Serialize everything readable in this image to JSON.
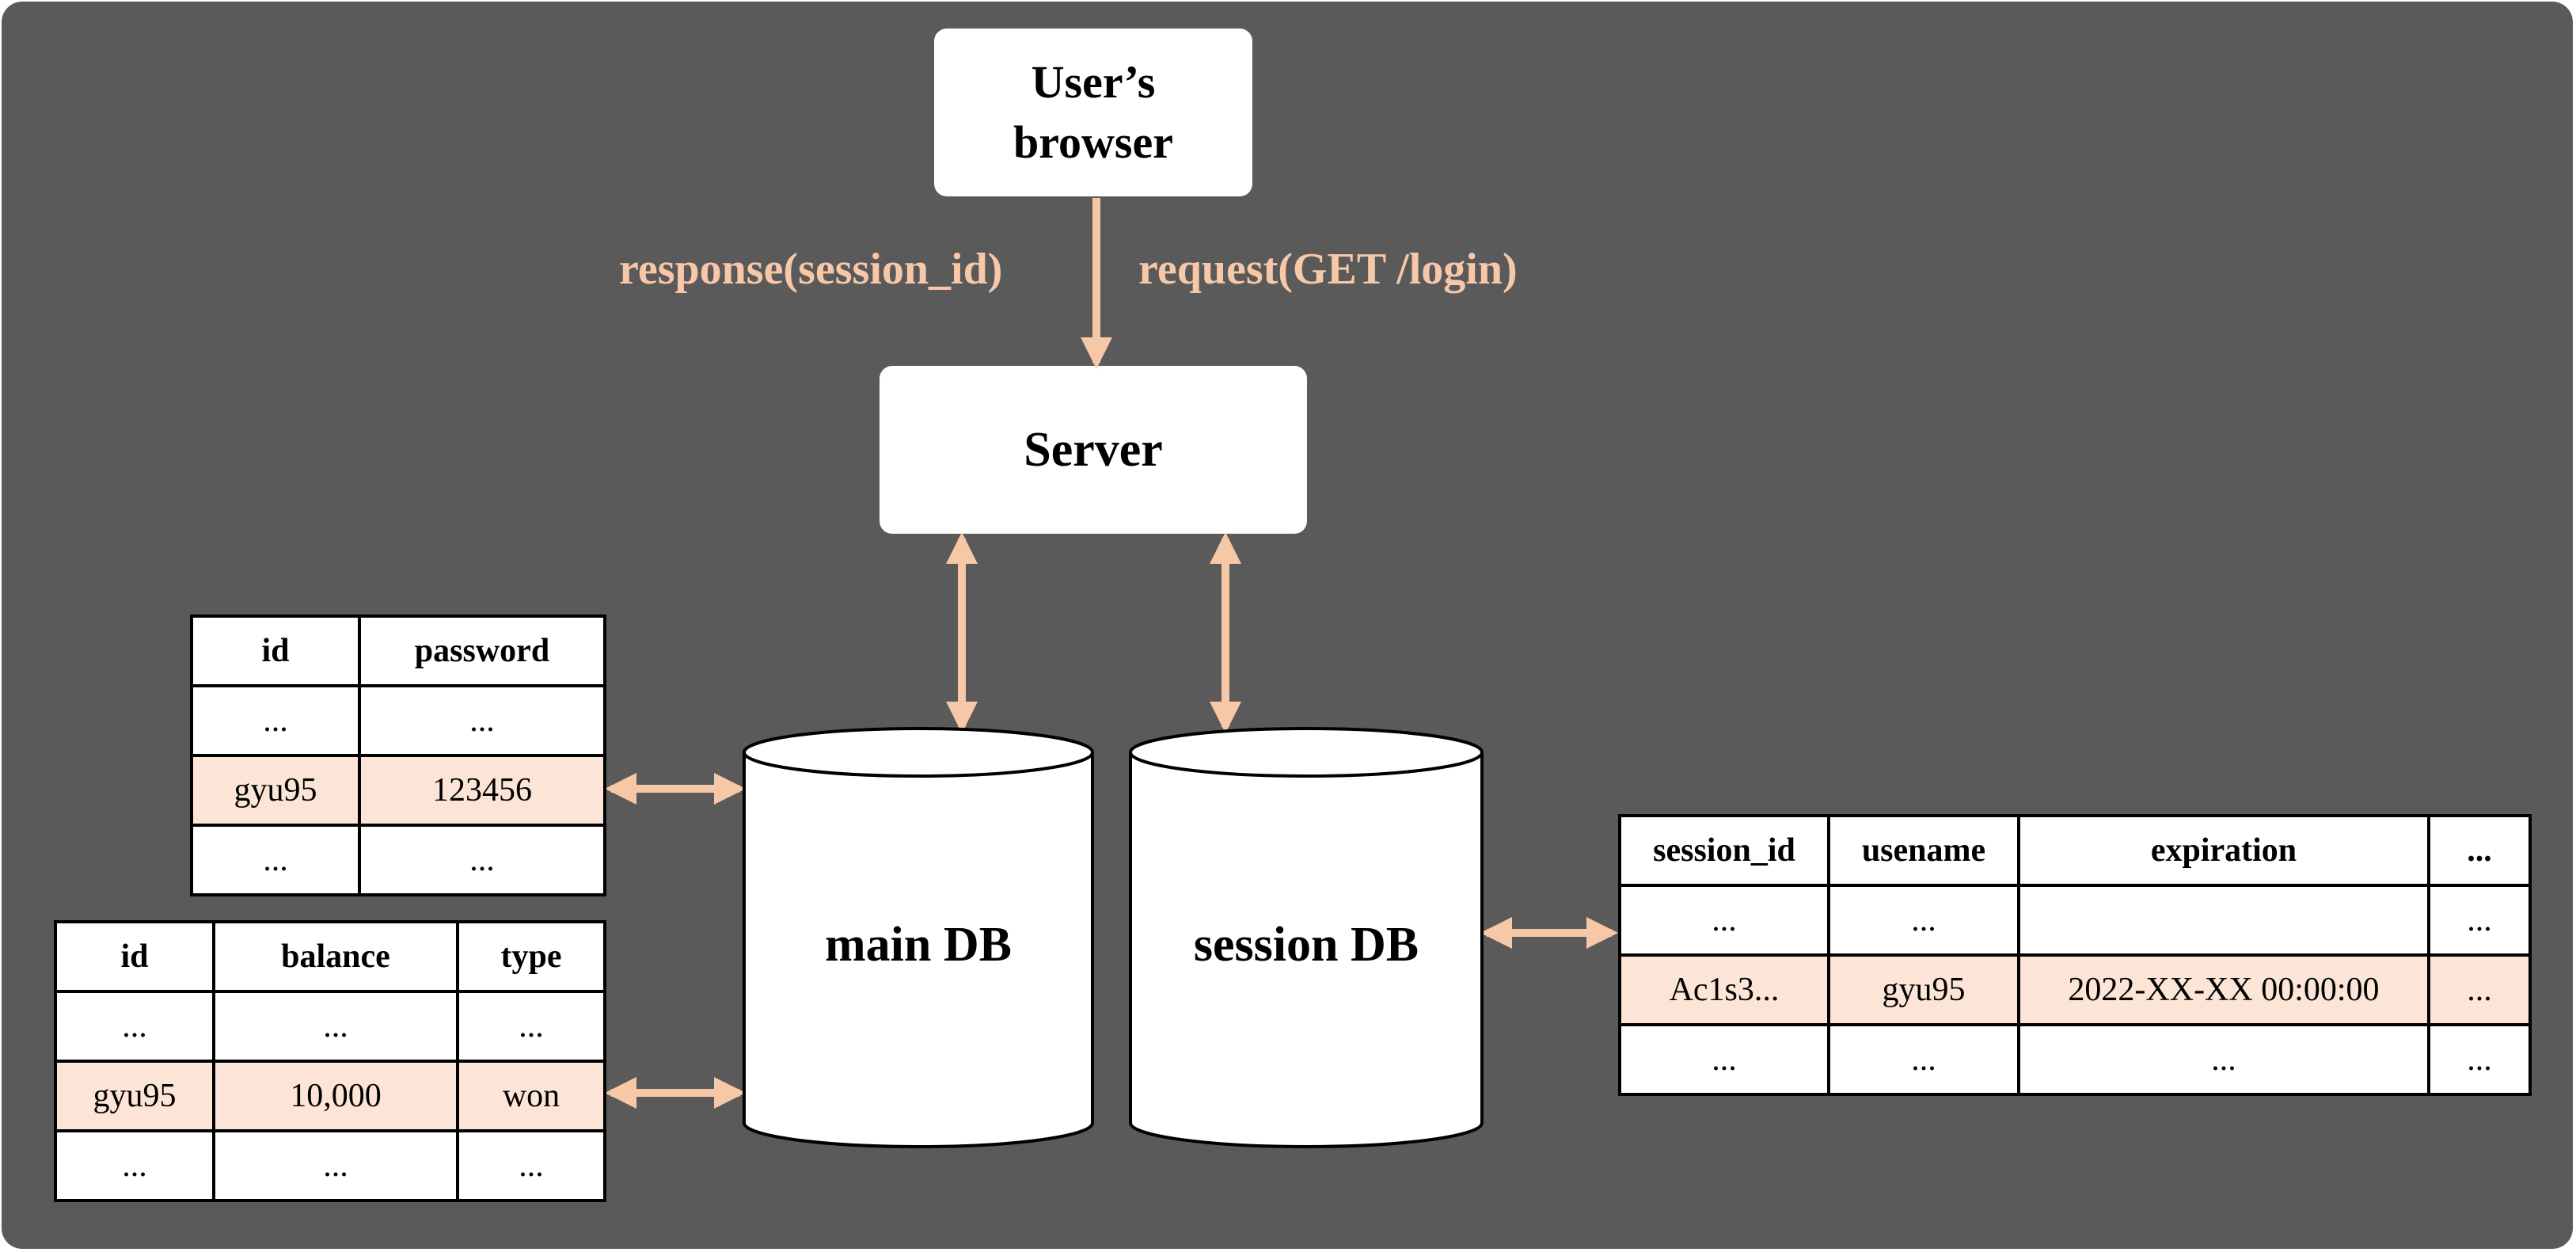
{
  "nodes": {
    "browser": "User’s\nbrowser",
    "server": "Server",
    "main_db": "main DB",
    "session_db": "session DB"
  },
  "edges": {
    "response_label": "response(session_id)",
    "request_label": "request(GET /login)"
  },
  "colors": {
    "background": "#5a5a5a",
    "accent": "#f7c8a8",
    "highlight_row": "#fce5d6"
  },
  "user_table": {
    "headers": [
      "id",
      "password"
    ],
    "rows": [
      [
        "...",
        "..."
      ],
      [
        "gyu95",
        "123456"
      ],
      [
        "...",
        "..."
      ]
    ]
  },
  "balance_table": {
    "headers": [
      "id",
      "balance",
      "type"
    ],
    "rows": [
      [
        "...",
        "...",
        "..."
      ],
      [
        "gyu95",
        "10,000",
        "won"
      ],
      [
        "...",
        "...",
        "..."
      ]
    ]
  },
  "session_table": {
    "headers": [
      "session_id",
      "usename",
      "expiration",
      "..."
    ],
    "rows": [
      [
        "...",
        "...",
        "",
        "..."
      ],
      [
        "Ac1s3...",
        "gyu95",
        "2022-XX-XX 00:00:00",
        "..."
      ],
      [
        "...",
        "...",
        "...",
        "..."
      ]
    ]
  }
}
